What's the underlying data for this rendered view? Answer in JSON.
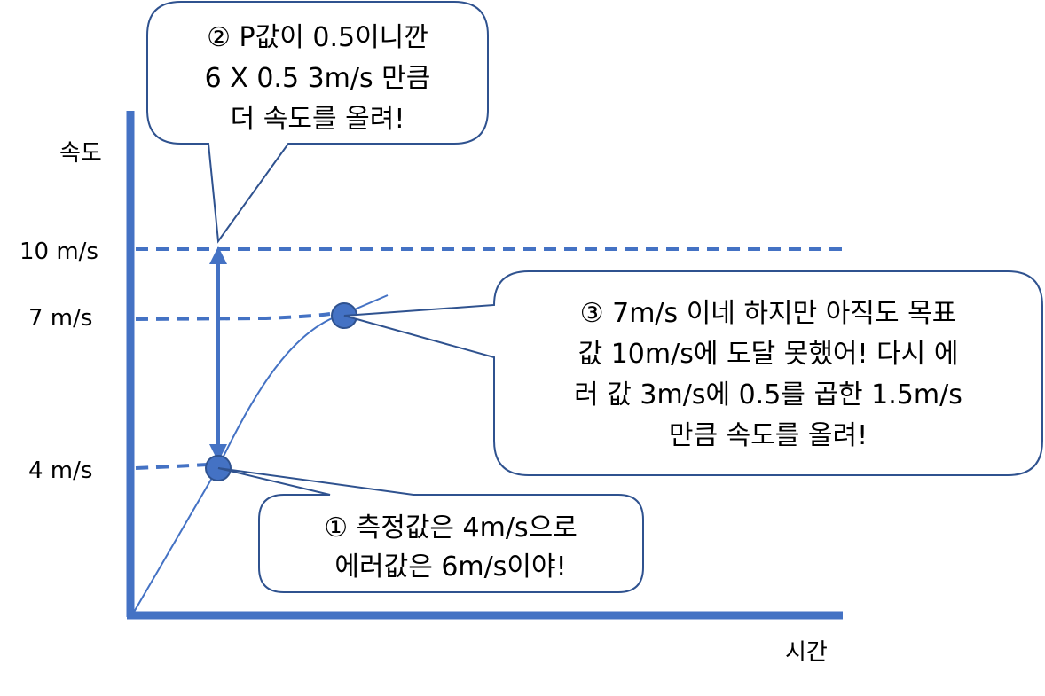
{
  "colors": {
    "axis": "#4472C4",
    "marker": "#4472C4",
    "outline": "#2F528F",
    "callout_fill": "#FFFFFF",
    "text": "#000000"
  },
  "chart_data": {
    "type": "line",
    "ylabel": "속도",
    "xlabel": "시간",
    "y_ticks": [
      "10 m/s",
      "7 m/s",
      "4 m/s"
    ],
    "y_tick_values": [
      10,
      7,
      4
    ],
    "target_value": 10,
    "points": [
      {
        "label": "①",
        "speed": 4
      },
      {
        "label": "③",
        "speed": 7
      }
    ]
  },
  "callouts": {
    "c1": {
      "lines": [
        "① 측정값은 4m/s으로",
        "에러값은 6m/s이야!"
      ]
    },
    "c2": {
      "lines": [
        "② P값이 0.5이니깐",
        "6 X 0.5 3m/s 만큼",
        "더 속도를 올려!"
      ]
    },
    "c3": {
      "lines": [
        "③ 7m/s 이네 하지만 아직도 목표",
        "값 10m/s에 도달 못했어! 다시 에",
        "러 값 3m/s에 0.5를 곱한 1.5m/s",
        "만큼 속도를 올려!"
      ]
    }
  }
}
